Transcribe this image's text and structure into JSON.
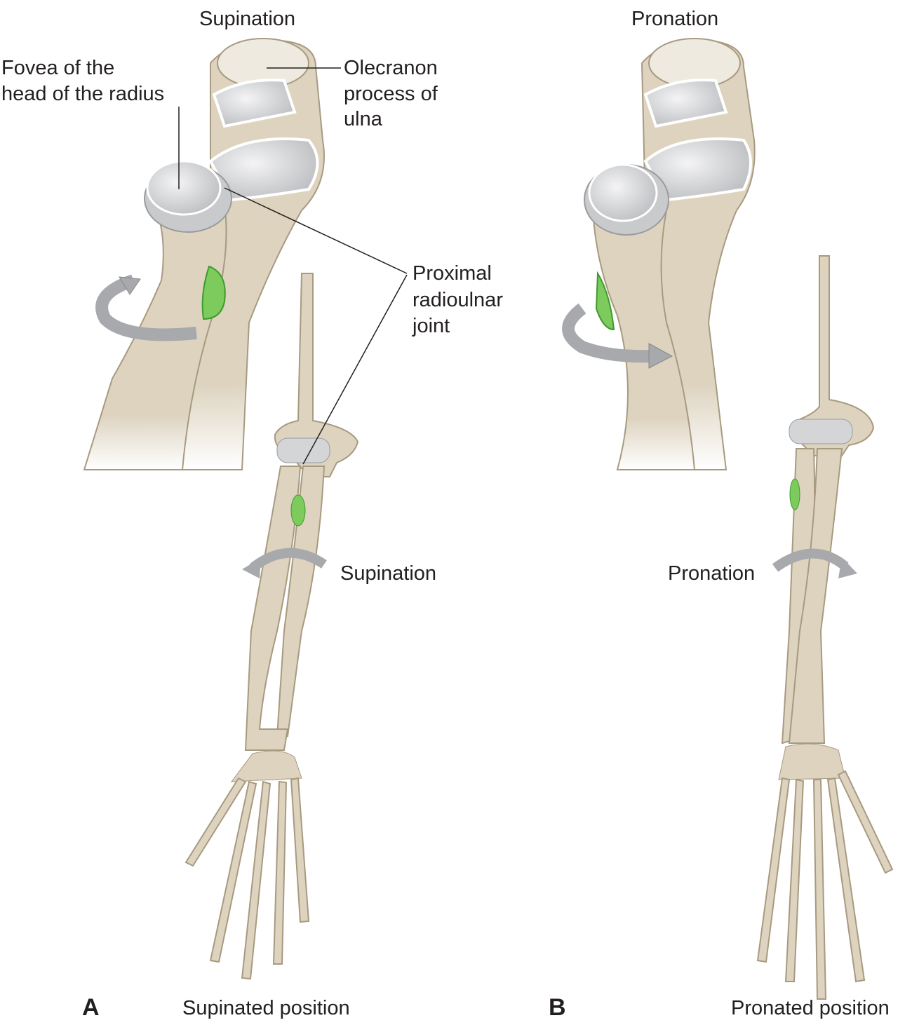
{
  "panels": {
    "a": {
      "letter": "A",
      "caption": "Supinated position",
      "top_title": "Supination",
      "motion_label": "Supination",
      "labels": {
        "fovea": [
          "Fovea of the",
          "head of the radius"
        ],
        "olecranon": [
          "Olecranon",
          "process of",
          "ulna"
        ],
        "proximal_joint": [
          "Proximal",
          "radioulnar",
          "joint"
        ]
      }
    },
    "b": {
      "letter": "B",
      "caption": "Pronated position",
      "top_title": "Pronation",
      "motion_label": "Pronation"
    }
  },
  "colors": {
    "bone": "#ddd3bf",
    "bone_shade": "#bfb197",
    "cartilage": "#e4e4e6",
    "ligament": "#6cc04a",
    "arrow": "#a7a9ac",
    "leader": "#231f20"
  }
}
